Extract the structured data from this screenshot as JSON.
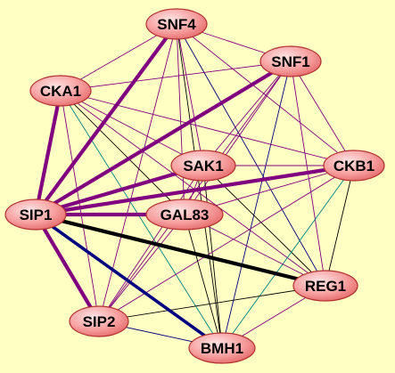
{
  "nodes": [
    {
      "id": "SNF4",
      "label": "SNF4"
    },
    {
      "id": "SNF1",
      "label": "SNF1"
    },
    {
      "id": "CKA1",
      "label": "CKA1"
    },
    {
      "id": "SAK1",
      "label": "SAK1"
    },
    {
      "id": "CKB1",
      "label": "CKB1"
    },
    {
      "id": "SIP1",
      "label": "SIP1"
    },
    {
      "id": "GAL83",
      "label": "GAL83"
    },
    {
      "id": "REG1",
      "label": "REG1"
    },
    {
      "id": "SIP2",
      "label": "SIP2"
    },
    {
      "id": "BMH1",
      "label": "BMH1"
    }
  ],
  "edges": [
    {
      "from": "SIP1",
      "to": "SNF4",
      "type": "purple-thick"
    },
    {
      "from": "SIP1",
      "to": "SNF1",
      "type": "purple-thick"
    },
    {
      "from": "SIP1",
      "to": "SAK1",
      "type": "purple-thick"
    },
    {
      "from": "SIP1",
      "to": "CKB1",
      "type": "purple-thick"
    },
    {
      "from": "SIP1",
      "to": "GAL83",
      "type": "purple-thick"
    },
    {
      "from": "SIP1",
      "to": "CKA1",
      "type": "purple-thick"
    },
    {
      "from": "SIP1",
      "to": "SIP2",
      "type": "purple-thick"
    },
    {
      "from": "SIP1",
      "to": "REG1",
      "type": "black-thick"
    },
    {
      "from": "SIP1",
      "to": "BMH1",
      "type": "navy-thick"
    },
    {
      "from": "SNF4",
      "to": "SNF1",
      "type": "purple"
    },
    {
      "from": "SNF4",
      "to": "CKA1",
      "type": "purple"
    },
    {
      "from": "SNF4",
      "to": "SAK1",
      "type": "purple"
    },
    {
      "from": "SNF4",
      "to": "CKB1",
      "type": "purple"
    },
    {
      "from": "SNF4",
      "to": "GAL83",
      "type": "purple"
    },
    {
      "from": "SNF4",
      "to": "REG1",
      "type": "navy"
    },
    {
      "from": "SNF4",
      "to": "SIP2",
      "type": "purple"
    },
    {
      "from": "SNF4",
      "to": "BMH1",
      "type": "black"
    },
    {
      "from": "SNF1",
      "to": "CKA1",
      "type": "purple"
    },
    {
      "from": "SNF1",
      "to": "SAK1",
      "type": "purple"
    },
    {
      "from": "SNF1",
      "to": "CKB1",
      "type": "purple"
    },
    {
      "from": "SNF1",
      "to": "GAL83",
      "type": "purple"
    },
    {
      "from": "SNF1",
      "to": "REG1",
      "type": "purple"
    },
    {
      "from": "SNF1",
      "to": "SIP2",
      "type": "purple"
    },
    {
      "from": "SNF1",
      "to": "BMH1",
      "type": "navy"
    },
    {
      "from": "CKA1",
      "to": "SAK1",
      "type": "purple"
    },
    {
      "from": "CKA1",
      "to": "CKB1",
      "type": "purple"
    },
    {
      "from": "CKA1",
      "to": "GAL83",
      "type": "black"
    },
    {
      "from": "CKA1",
      "to": "REG1",
      "type": "purple"
    },
    {
      "from": "CKA1",
      "to": "SIP2",
      "type": "purple"
    },
    {
      "from": "CKA1",
      "to": "BMH1",
      "type": "teal"
    },
    {
      "from": "SAK1",
      "to": "CKB1",
      "type": "purple"
    },
    {
      "from": "SAK1",
      "to": "GAL83",
      "type": "purple"
    },
    {
      "from": "SAK1",
      "to": "REG1",
      "type": "black"
    },
    {
      "from": "SAK1",
      "to": "SIP2",
      "type": "purple"
    },
    {
      "from": "SAK1",
      "to": "BMH1",
      "type": "black"
    },
    {
      "from": "CKB1",
      "to": "GAL83",
      "type": "purple"
    },
    {
      "from": "CKB1",
      "to": "REG1",
      "type": "black"
    },
    {
      "from": "CKB1",
      "to": "SIP2",
      "type": "purple"
    },
    {
      "from": "CKB1",
      "to": "BMH1",
      "type": "teal"
    },
    {
      "from": "GAL83",
      "to": "REG1",
      "type": "purple"
    },
    {
      "from": "GAL83",
      "to": "SIP2",
      "type": "purple"
    },
    {
      "from": "GAL83",
      "to": "BMH1",
      "type": "black"
    },
    {
      "from": "REG1",
      "to": "SIP2",
      "type": "black"
    },
    {
      "from": "REG1",
      "to": "BMH1",
      "type": "purple"
    },
    {
      "from": "SIP2",
      "to": "BMH1",
      "type": "navy"
    }
  ],
  "colors": {
    "background": "#ffffc4",
    "node_fill_center": "#ffd6d6",
    "node_fill_edge": "#f08080",
    "node_stroke": "#b03030",
    "purple": "#800080",
    "black": "#000000",
    "navy": "#000080",
    "teal": "#008080"
  }
}
